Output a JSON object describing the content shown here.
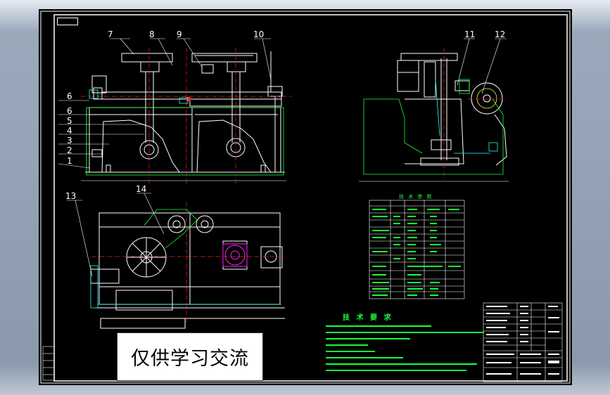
{
  "drawing": {
    "frame_tag": "",
    "watermark": "仅供学习交流",
    "technical_requirements_title": "技 术 要 求",
    "parameters_table_title": "技 术 参 数",
    "part_callouts": [
      {
        "id": "c7",
        "label": "7"
      },
      {
        "id": "c8",
        "label": "8"
      },
      {
        "id": "c9",
        "label": "9"
      },
      {
        "id": "c10",
        "label": "10"
      },
      {
        "id": "c11",
        "label": "11"
      },
      {
        "id": "c12",
        "label": "12"
      },
      {
        "id": "c6a",
        "label": "6"
      },
      {
        "id": "c6b",
        "label": "6"
      },
      {
        "id": "c5",
        "label": "5"
      },
      {
        "id": "c4",
        "label": "4"
      },
      {
        "id": "c3",
        "label": "3"
      },
      {
        "id": "c2",
        "label": "2"
      },
      {
        "id": "c1",
        "label": "1"
      },
      {
        "id": "c13",
        "label": "13"
      },
      {
        "id": "c14",
        "label": "14"
      }
    ]
  },
  "colors": {
    "background": "#000000",
    "line_white": "#ffffff",
    "line_green": "#18ff3a",
    "line_red": "#ff2020",
    "line_magenta": "#ff20ff",
    "line_cyan": "#20ffff",
    "line_yellow": "#ffff40"
  }
}
